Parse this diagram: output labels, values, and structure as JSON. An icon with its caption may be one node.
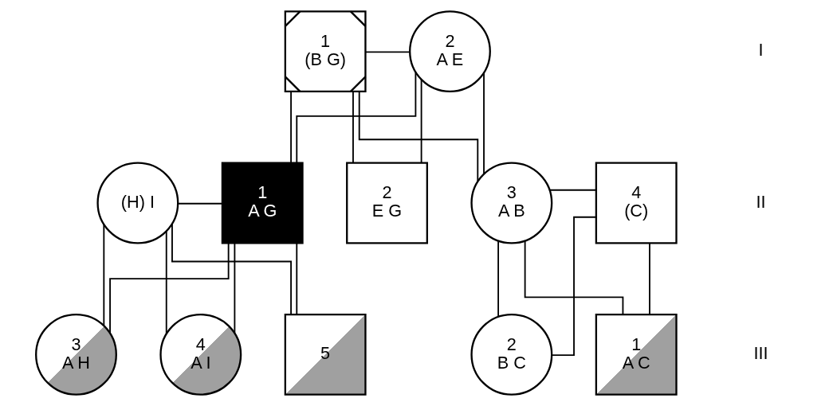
{
  "diagram": {
    "nodes": [
      {
        "text": [
          "1",
          "(B G)"
        ]
      },
      {
        "text": [
          "2",
          "A E"
        ]
      },
      {
        "text": [
          "(H) I"
        ]
      },
      {
        "text": [
          "1",
          "A G"
        ]
      },
      {
        "text": [
          "2",
          "E G"
        ]
      },
      {
        "text": [
          "3",
          "A B"
        ]
      },
      {
        "text": [
          "4",
          "(C)"
        ]
      },
      {
        "text": [
          "3",
          "A H"
        ]
      },
      {
        "text": [
          "4",
          "A I"
        ]
      },
      {
        "text": [
          "5"
        ]
      },
      {
        "text": [
          "1",
          "A C"
        ]
      },
      {
        "text": [
          "2",
          "B C"
        ]
      }
    ],
    "edges": [
      {
        "from": 0,
        "to": 1,
        "arrow": "none"
      },
      {
        "from": 0,
        "to": 3,
        "arrow": "none"
      },
      {
        "from": 0,
        "to": 4,
        "arrow": "none"
      },
      {
        "from": 0,
        "to": 5,
        "arrow": "none"
      },
      {
        "from": 1,
        "to": 3,
        "arrow": "none"
      },
      {
        "from": 1,
        "to": 4,
        "arrow": "none"
      },
      {
        "from": 1,
        "to": 5,
        "arrow": "none"
      },
      {
        "from": 2,
        "to": 3,
        "arrow": "none"
      },
      {
        "from": 2,
        "to": 7,
        "arrow": "none"
      },
      {
        "from": 2,
        "to": 8,
        "arrow": "none"
      },
      {
        "from": 2,
        "to": 9,
        "arrow": "none"
      },
      {
        "from": 3,
        "to": 7,
        "arrow": "none"
      },
      {
        "from": 3,
        "to": 8,
        "arrow": "none"
      },
      {
        "from": 3,
        "to": 9,
        "arrow": "none"
      },
      {
        "from": 5,
        "to": 6,
        "arrow": "none"
      },
      {
        "from": 5,
        "to": 10,
        "arrow": "none"
      },
      {
        "from": 5,
        "to": 11,
        "arrow": "none"
      },
      {
        "from": 6,
        "to": 10,
        "arrow": "none"
      },
      {
        "from": 6,
        "to": 11,
        "arrow": "none"
      }
    ],
    "labels": [
      "I",
      "II",
      "III"
    ]
  }
}
